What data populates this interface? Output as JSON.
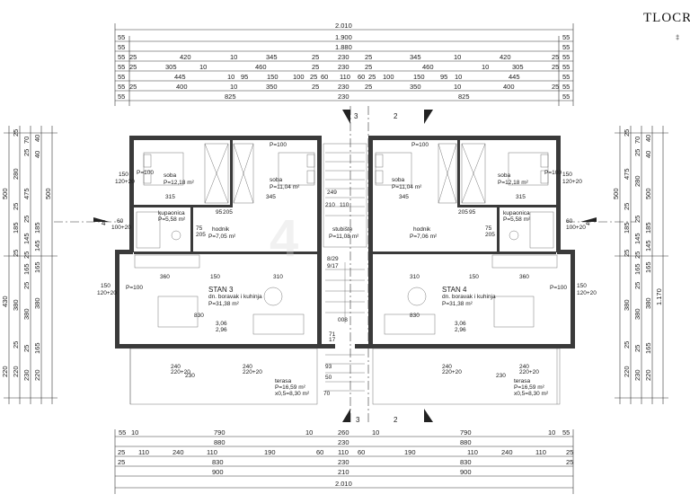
{
  "title": "TLOCR",
  "top_dims": {
    "row1": [
      "2.010"
    ],
    "row2": [
      "55",
      "1.900",
      "55"
    ],
    "row3": [
      "55",
      "1.880",
      "55"
    ],
    "row4": [
      "55",
      "25",
      "420",
      "10",
      "345",
      "25",
      "230",
      "25",
      "345",
      "10",
      "420",
      "25",
      "55"
    ],
    "row5": [
      "55",
      "25",
      "305",
      "10",
      "460",
      "25",
      "230",
      "25",
      "460",
      "10",
      "305",
      "25",
      "55"
    ],
    "row6": [
      "55",
      "445",
      "10",
      "95",
      "150",
      "100",
      "25",
      "60",
      "110",
      "60",
      "25",
      "100",
      "150",
      "95",
      "10",
      "445",
      "55"
    ],
    "row7": [
      "55",
      "25",
      "400",
      "10",
      "350",
      "25",
      "230",
      "25",
      "350",
      "10",
      "400",
      "25",
      "55"
    ],
    "row8": [
      "55",
      "825",
      "230",
      "825",
      "55"
    ]
  },
  "bottom_dims": {
    "row1": [
      "55",
      "10",
      "790",
      "10",
      "260",
      "10",
      "790",
      "10",
      "55"
    ],
    "row2": [
      "880",
      "230",
      "880"
    ],
    "row3": [
      "25",
      "110",
      "240",
      "110",
      "190",
      "60",
      "110",
      "60",
      "190",
      "110",
      "240",
      "110",
      "25"
    ],
    "row4": [
      "25",
      "830",
      "230",
      "830",
      "25"
    ],
    "row5": [
      "900",
      "210",
      "900"
    ],
    "row6": [
      "2.010"
    ]
  },
  "left_dims": {
    "outer": [
      "500",
      "430",
      "220"
    ],
    "mid1": [
      "25",
      "280",
      "25",
      "185",
      "25",
      "380",
      "25",
      "220"
    ],
    "mid2": [
      "70",
      "25",
      "475",
      "25",
      "145",
      "25",
      "165",
      "25",
      "380",
      "25",
      "230"
    ],
    "inner": [
      "40",
      "40",
      "500",
      "185",
      "145",
      "165",
      "380",
      "165",
      "220"
    ]
  },
  "right_dims": {
    "outer": [
      "500",
      "1.170"
    ],
    "mid1": [
      "25",
      "475",
      "25",
      "185",
      "25",
      "380",
      "25",
      "220"
    ],
    "mid2": [
      "70",
      "25",
      "280",
      "25",
      "145",
      "25",
      "165",
      "25",
      "380",
      "25",
      "230"
    ],
    "inner": [
      "40",
      "40",
      "500",
      "185",
      "145",
      "165",
      "380",
      "165",
      "220"
    ]
  },
  "section_marks": {
    "left": "4",
    "right": "4",
    "top_a": "3",
    "top_b": "2",
    "bottom_a": "3",
    "bottom_b": "2"
  },
  "rooms": {
    "soba_l1": {
      "name": "soba",
      "area": "P=12,18 m²"
    },
    "soba_l2": {
      "name": "soba",
      "area": "P=11,04 m²"
    },
    "soba_r1": {
      "name": "soba",
      "area": "P=11,04 m²"
    },
    "soba_r2": {
      "name": "soba",
      "area": "P=12,18 m²"
    },
    "kup_l": {
      "name": "kupaonica",
      "area": "P=5,58 m²"
    },
    "kup_r": {
      "name": "kupaonica",
      "area": "P=5,58 m²"
    },
    "hod_l": {
      "name": "hodnik",
      "area": "P=7,05 m²"
    },
    "hod_r": {
      "name": "hodnik",
      "area": "P=7,06 m²"
    },
    "stub": {
      "name": "stubište",
      "area": "P=11,08 m²"
    },
    "stan3": {
      "name": "STAN 3",
      "sub": "dn. boravak i kuhinja",
      "area": "P=31,38 m²"
    },
    "stan4": {
      "name": "STAN 4",
      "sub": "dn. boravak i kuhinja",
      "area": "P=31,38 m²"
    },
    "ter_l": {
      "name": "terasa",
      "area": "P=16,59 m²",
      "half": "x0,5=8,30 m²"
    },
    "ter_r": {
      "name": "terasa",
      "area": "P=16,59 m²",
      "half": "x0,5=8,30 m²"
    }
  },
  "labels": {
    "pv": "P=100",
    "pv2": "P=100",
    "win150": "150",
    "win120": "120+20",
    "win100": "100+20",
    "win60": "60",
    "elev1": "3,06",
    "elev2": "2,96",
    "d315": "315",
    "d345": "345",
    "d280": "280",
    "d360": "360",
    "d310": "310",
    "d150": "150",
    "d830": "830",
    "d95": "95",
    "d205": "205",
    "d75": "75",
    "d249": "249",
    "d210": "210",
    "d110": "110",
    "d240": "240",
    "d220": "220+20",
    "d230": "230",
    "d8": "8/29",
    "d917": "9/17",
    "d008": "008",
    "d71": "71",
    "d70": "70",
    "d17": "17",
    "d93": "93",
    "d50": "50"
  },
  "colors": {
    "wall": "#3a3a3a",
    "line": "#333333",
    "bg": "#ffffff"
  }
}
